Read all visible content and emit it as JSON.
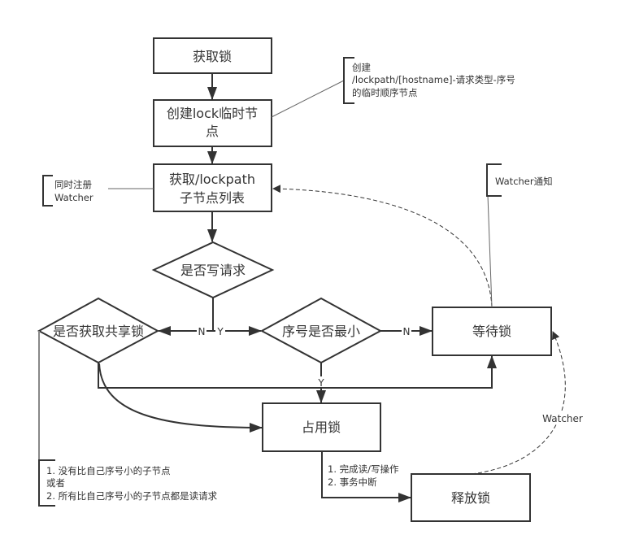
{
  "diagram": {
    "nodes": {
      "acquire_lock": "获取锁",
      "create_node_line1": "创建lock临时节",
      "create_node_line2": "点",
      "get_children_line1": "获取/lockpath",
      "get_children_line2": "子节点列表",
      "is_write": "是否写请求",
      "is_shared": "是否获取共享锁",
      "is_smallest": "序号是否最小",
      "wait_lock": "等待锁",
      "hold_lock": "占用锁",
      "release_lock": "释放锁"
    },
    "notes": {
      "create_note": [
        "创建",
        "/lockpath/[hostname]-请求类型-序号",
        "的临时顺序节点"
      ],
      "register_note": [
        "同时注册",
        "Watcher"
      ],
      "watcher_notify": "Watcher通知",
      "shared_condition": [
        "1. 没有比自己序号小的子节点",
        "或者",
        "2. 所有比自己序号小的子节点都是读请求"
      ],
      "release_reason": [
        "1. 完成读/写操作",
        "2. 事务中断"
      ]
    },
    "edge_labels": {
      "no_left": "N",
      "yes_right": "Y",
      "no_smallest": "N",
      "yes_smallest": "Y",
      "watcher": "Watcher"
    }
  }
}
